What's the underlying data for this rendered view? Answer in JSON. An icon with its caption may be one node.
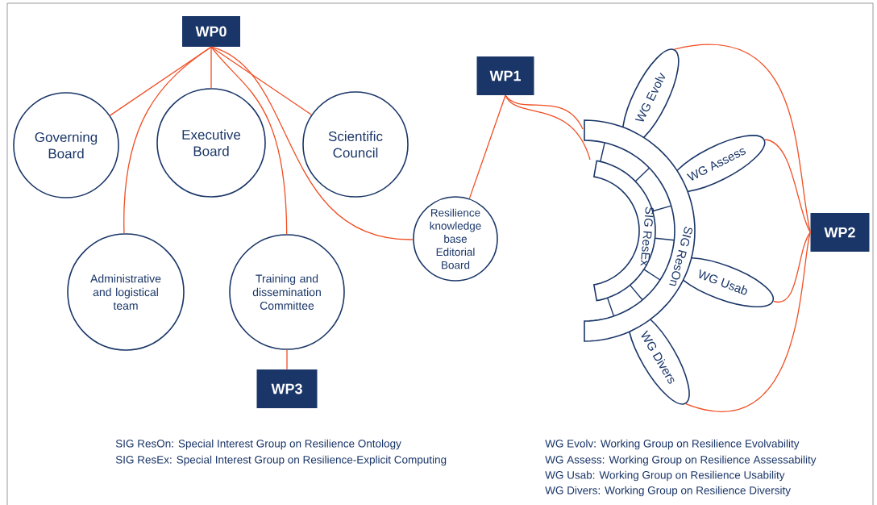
{
  "diagram": {
    "nodes": [
      {
        "text": [
          "WP0"
        ]
      },
      {
        "text": [
          "Governing Board"
        ]
      },
      {
        "text": [
          "Executive Board"
        ]
      },
      {
        "text": [
          "Scientific Council"
        ]
      },
      {
        "text": [
          "Administrative and logistical team"
        ]
      },
      {
        "text": [
          "Training and dissemination Committee"
        ]
      },
      {
        "text": [
          "WP3"
        ]
      },
      {
        "text": [
          "Resilience knowledge base Editorial Board"
        ]
      },
      {
        "text": [
          "WP1"
        ]
      },
      {
        "text": [
          "SIG ResOn"
        ]
      },
      {
        "text": [
          "SIG ResEx"
        ]
      },
      {
        "text": [
          "WG Evolv"
        ]
      },
      {
        "text": [
          "WG Assess"
        ]
      },
      {
        "text": [
          "WG Usab"
        ]
      },
      {
        "text": [
          "WG Divers"
        ]
      },
      {
        "text": [
          "WP2"
        ]
      }
    ],
    "edges": [
      {
        "from": 0,
        "to": 1,
        "arrow": "none"
      },
      {
        "from": 0,
        "to": 2,
        "arrow": "none"
      },
      {
        "from": 0,
        "to": 3,
        "arrow": "none"
      },
      {
        "from": 0,
        "to": 4,
        "arrow": "none"
      },
      {
        "from": 0,
        "to": 5,
        "arrow": "none"
      },
      {
        "from": 0,
        "to": 7,
        "arrow": "none"
      },
      {
        "from": 5,
        "to": 6,
        "arrow": "none"
      },
      {
        "from": 8,
        "to": 7,
        "arrow": "none"
      },
      {
        "from": 8,
        "to": 9,
        "arrow": "none"
      },
      {
        "from": 8,
        "to": 10,
        "arrow": "none"
      },
      {
        "from": 15,
        "to": 11,
        "arrow": "none"
      },
      {
        "from": 15,
        "to": 12,
        "arrow": "none"
      },
      {
        "from": 15,
        "to": 13,
        "arrow": "none"
      },
      {
        "from": 15,
        "to": 14,
        "arrow": "none"
      }
    ],
    "labels": [
      "SIG ResOn: Special Interest Group on Resilience Ontology",
      "SIG ResEx: Special Interest Group on Resilience-Explicit Computing",
      "WG Evolv: Working Group on Resilience Evolvability",
      "WG Assess: Working Group on Resilience Assessability",
      "WG Usab: Working Group on Resilience Usability",
      "WG Divers: Working Group on Resilience Diversity"
    ]
  }
}
